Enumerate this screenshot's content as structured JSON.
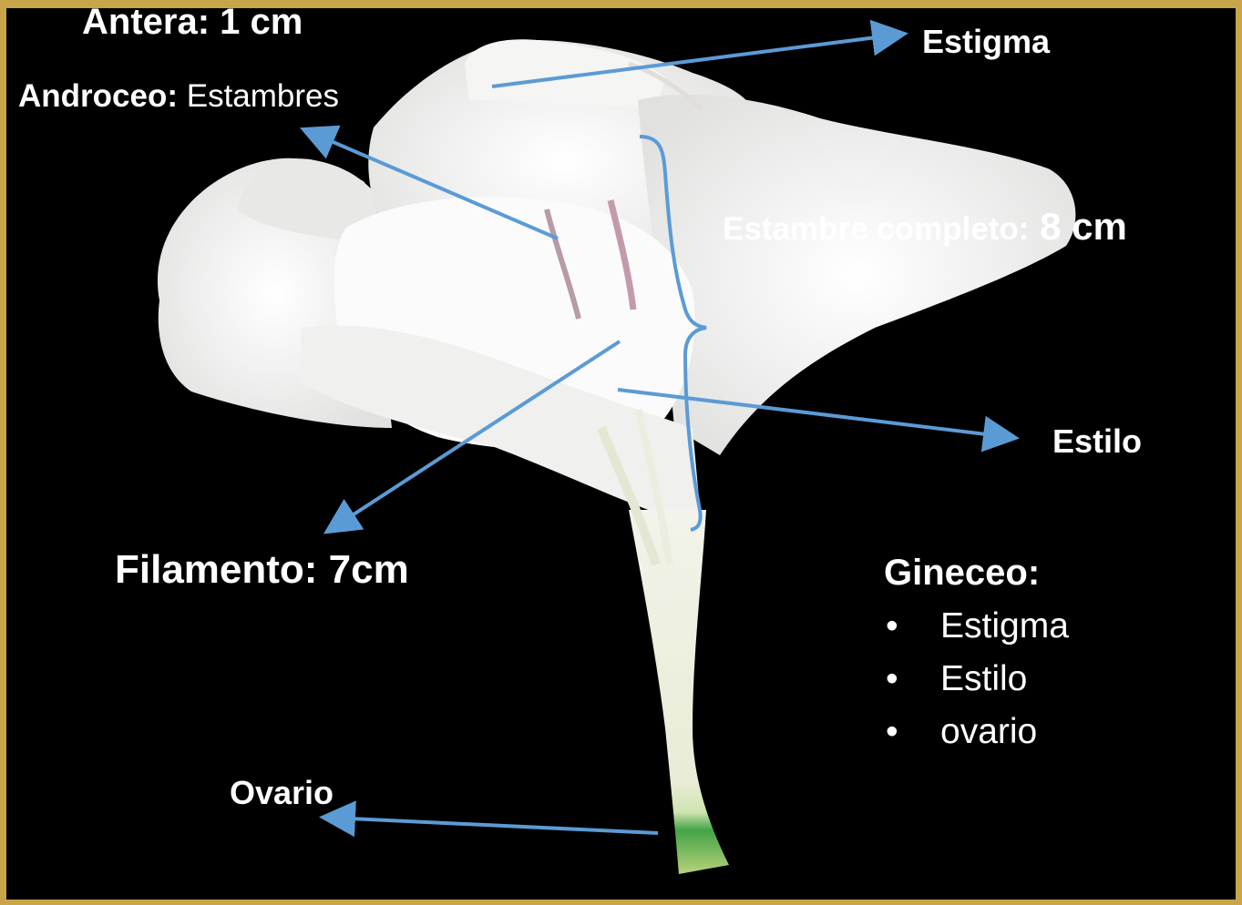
{
  "labels": {
    "antera": "Antera: 1 cm",
    "androceo_bold": "Androceo:",
    "androceo_rest": " Estambres",
    "estigma": "Estigma",
    "estambre_bold": "Estambre completo:",
    "estambre_value": " 8 cm",
    "estilo": "Estilo",
    "filamento": "Filamento: 7cm",
    "gineceo_title": "Gineceo:",
    "ovario": "Ovario"
  },
  "gineceo_items": [
    "Estigma",
    "Estilo",
    "ovario"
  ],
  "bullet": "•",
  "colors": {
    "background": "#000000",
    "frame": "#c9a54a",
    "arrow": "#5b9bd5",
    "text": "#ffffff",
    "petal": "#f4f4f2",
    "ovary": "#3fa84a"
  }
}
